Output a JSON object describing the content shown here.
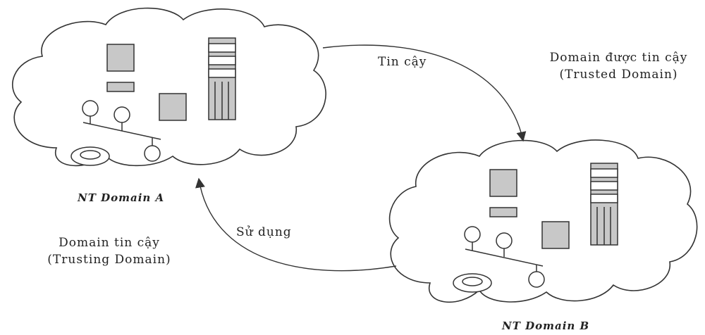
{
  "domain_a": {
    "name": "NT Domain A",
    "role_line1": "Domain tin cậy",
    "role_line2": "(Trusting Domain)"
  },
  "domain_b": {
    "name": "NT Domain B",
    "role_line1": "Domain được tin cậy",
    "role_line2": "(Trusted Domain)"
  },
  "arrows": {
    "trust_label": "Tin cậy",
    "use_label": "Sử dụng"
  },
  "colors": {
    "fill_gray": "#c8c8c8",
    "stroke": "#333333",
    "background": "#ffffff"
  }
}
